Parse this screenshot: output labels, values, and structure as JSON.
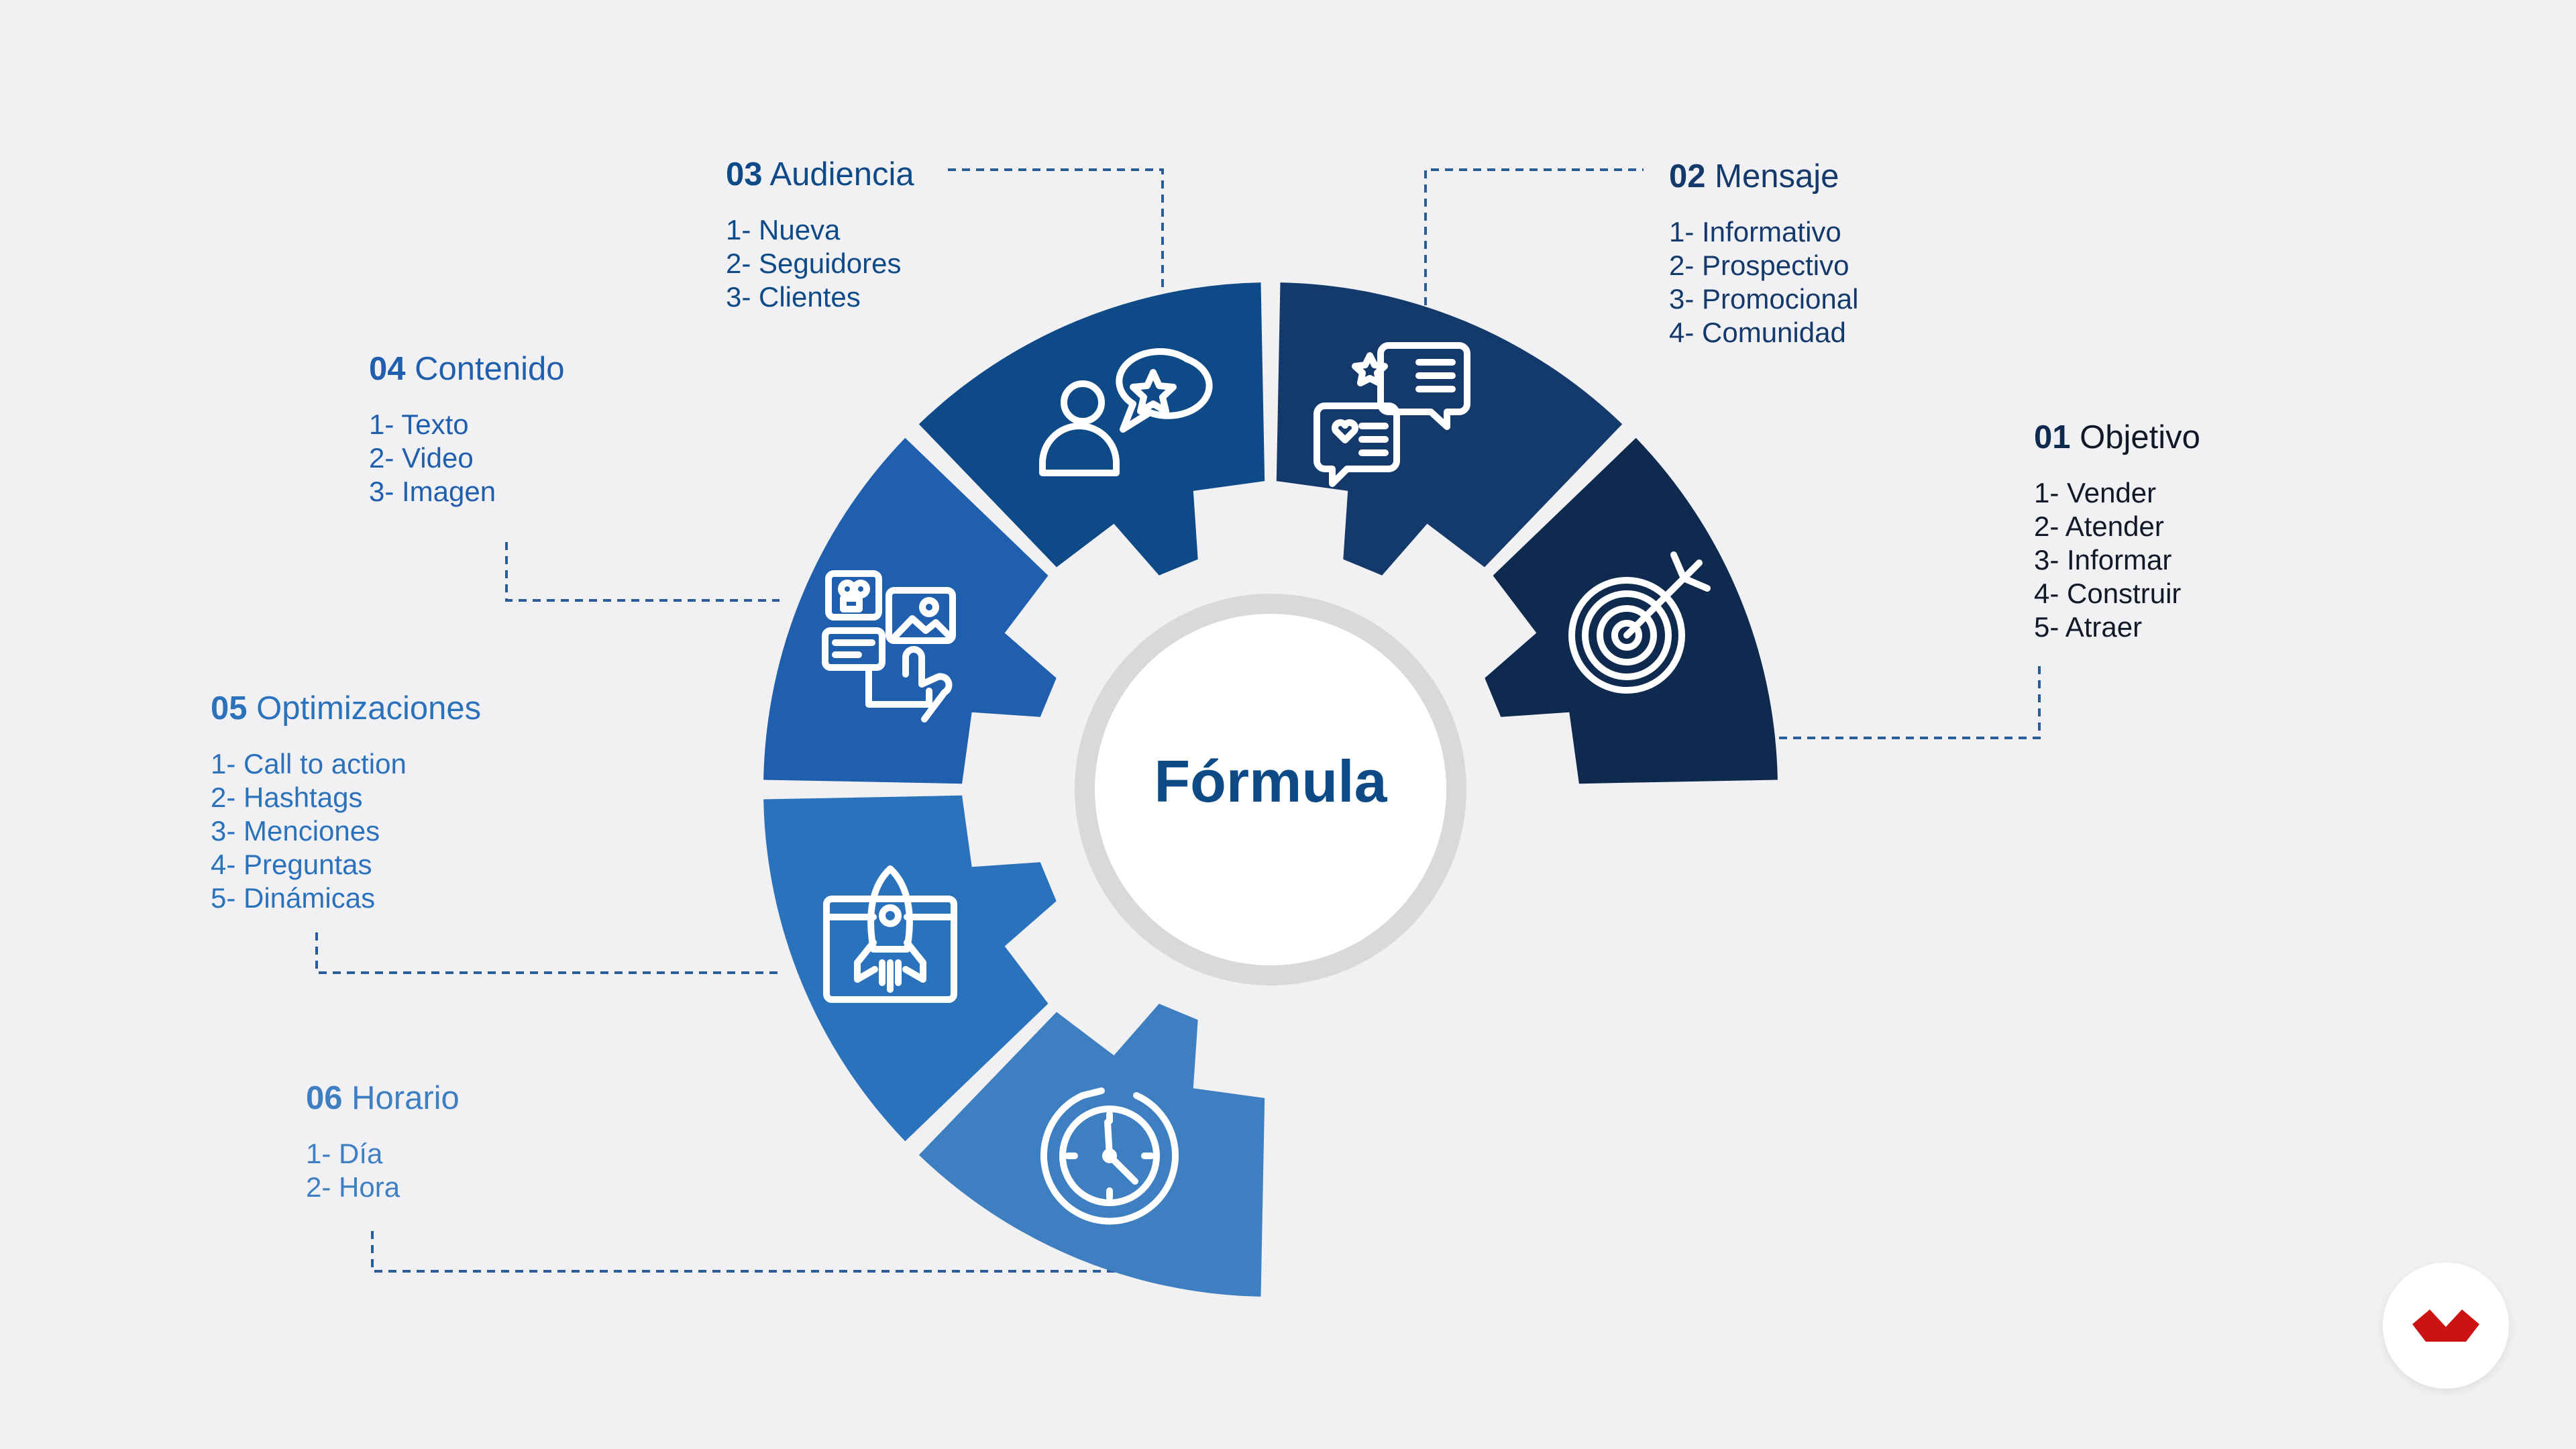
{
  "center": {
    "title": "Fórmula"
  },
  "colors": {
    "objetivo": "#0e2a4f",
    "mensaje": "#143a6b",
    "audiencia": "#0d4a87",
    "contenido": "#1f5fad",
    "optimizaciones": "#2b72bd",
    "horario": "#3e7fc2",
    "hub_ring": "#d9d9db",
    "hub_fill": "#ffffff",
    "connector": "#2a5c98",
    "brand": "#cc1212"
  },
  "sections": {
    "objetivo": {
      "num": "01",
      "title": "Objetivo",
      "items": [
        "1- Vender",
        "2- Atender",
        "3- Informar",
        "4- Construir",
        "5- Atraer"
      ],
      "icon": "target-icon"
    },
    "mensaje": {
      "num": "02",
      "title": "Mensaje",
      "items": [
        "1- Informativo",
        "2- Prospectivo",
        "3- Promocional",
        "4- Comunidad"
      ],
      "icon": "chat-bubbles-icon"
    },
    "audiencia": {
      "num": "03",
      "title": "Audiencia",
      "items": [
        "1- Nueva",
        "2- Seguidores",
        "3- Clientes"
      ],
      "icon": "user-star-icon"
    },
    "contenido": {
      "num": "04",
      "title": "Contenido",
      "items": [
        "1- Texto",
        "2- Video",
        "3- Imagen"
      ],
      "icon": "media-content-icon"
    },
    "optimizaciones": {
      "num": "05",
      "title": "Optimizaciones",
      "items": [
        "1- Call to action",
        "2- Hashtags",
        "3- Menciones",
        "4- Preguntas",
        "5- Dinámicas"
      ],
      "icon": "rocket-launch-icon"
    },
    "horario": {
      "num": "06",
      "title": "Horario",
      "items": [
        "1- Día",
        "2- Hora"
      ],
      "icon": "clock-icon"
    }
  },
  "brand": {
    "icon": "brand-logo-icon"
  }
}
